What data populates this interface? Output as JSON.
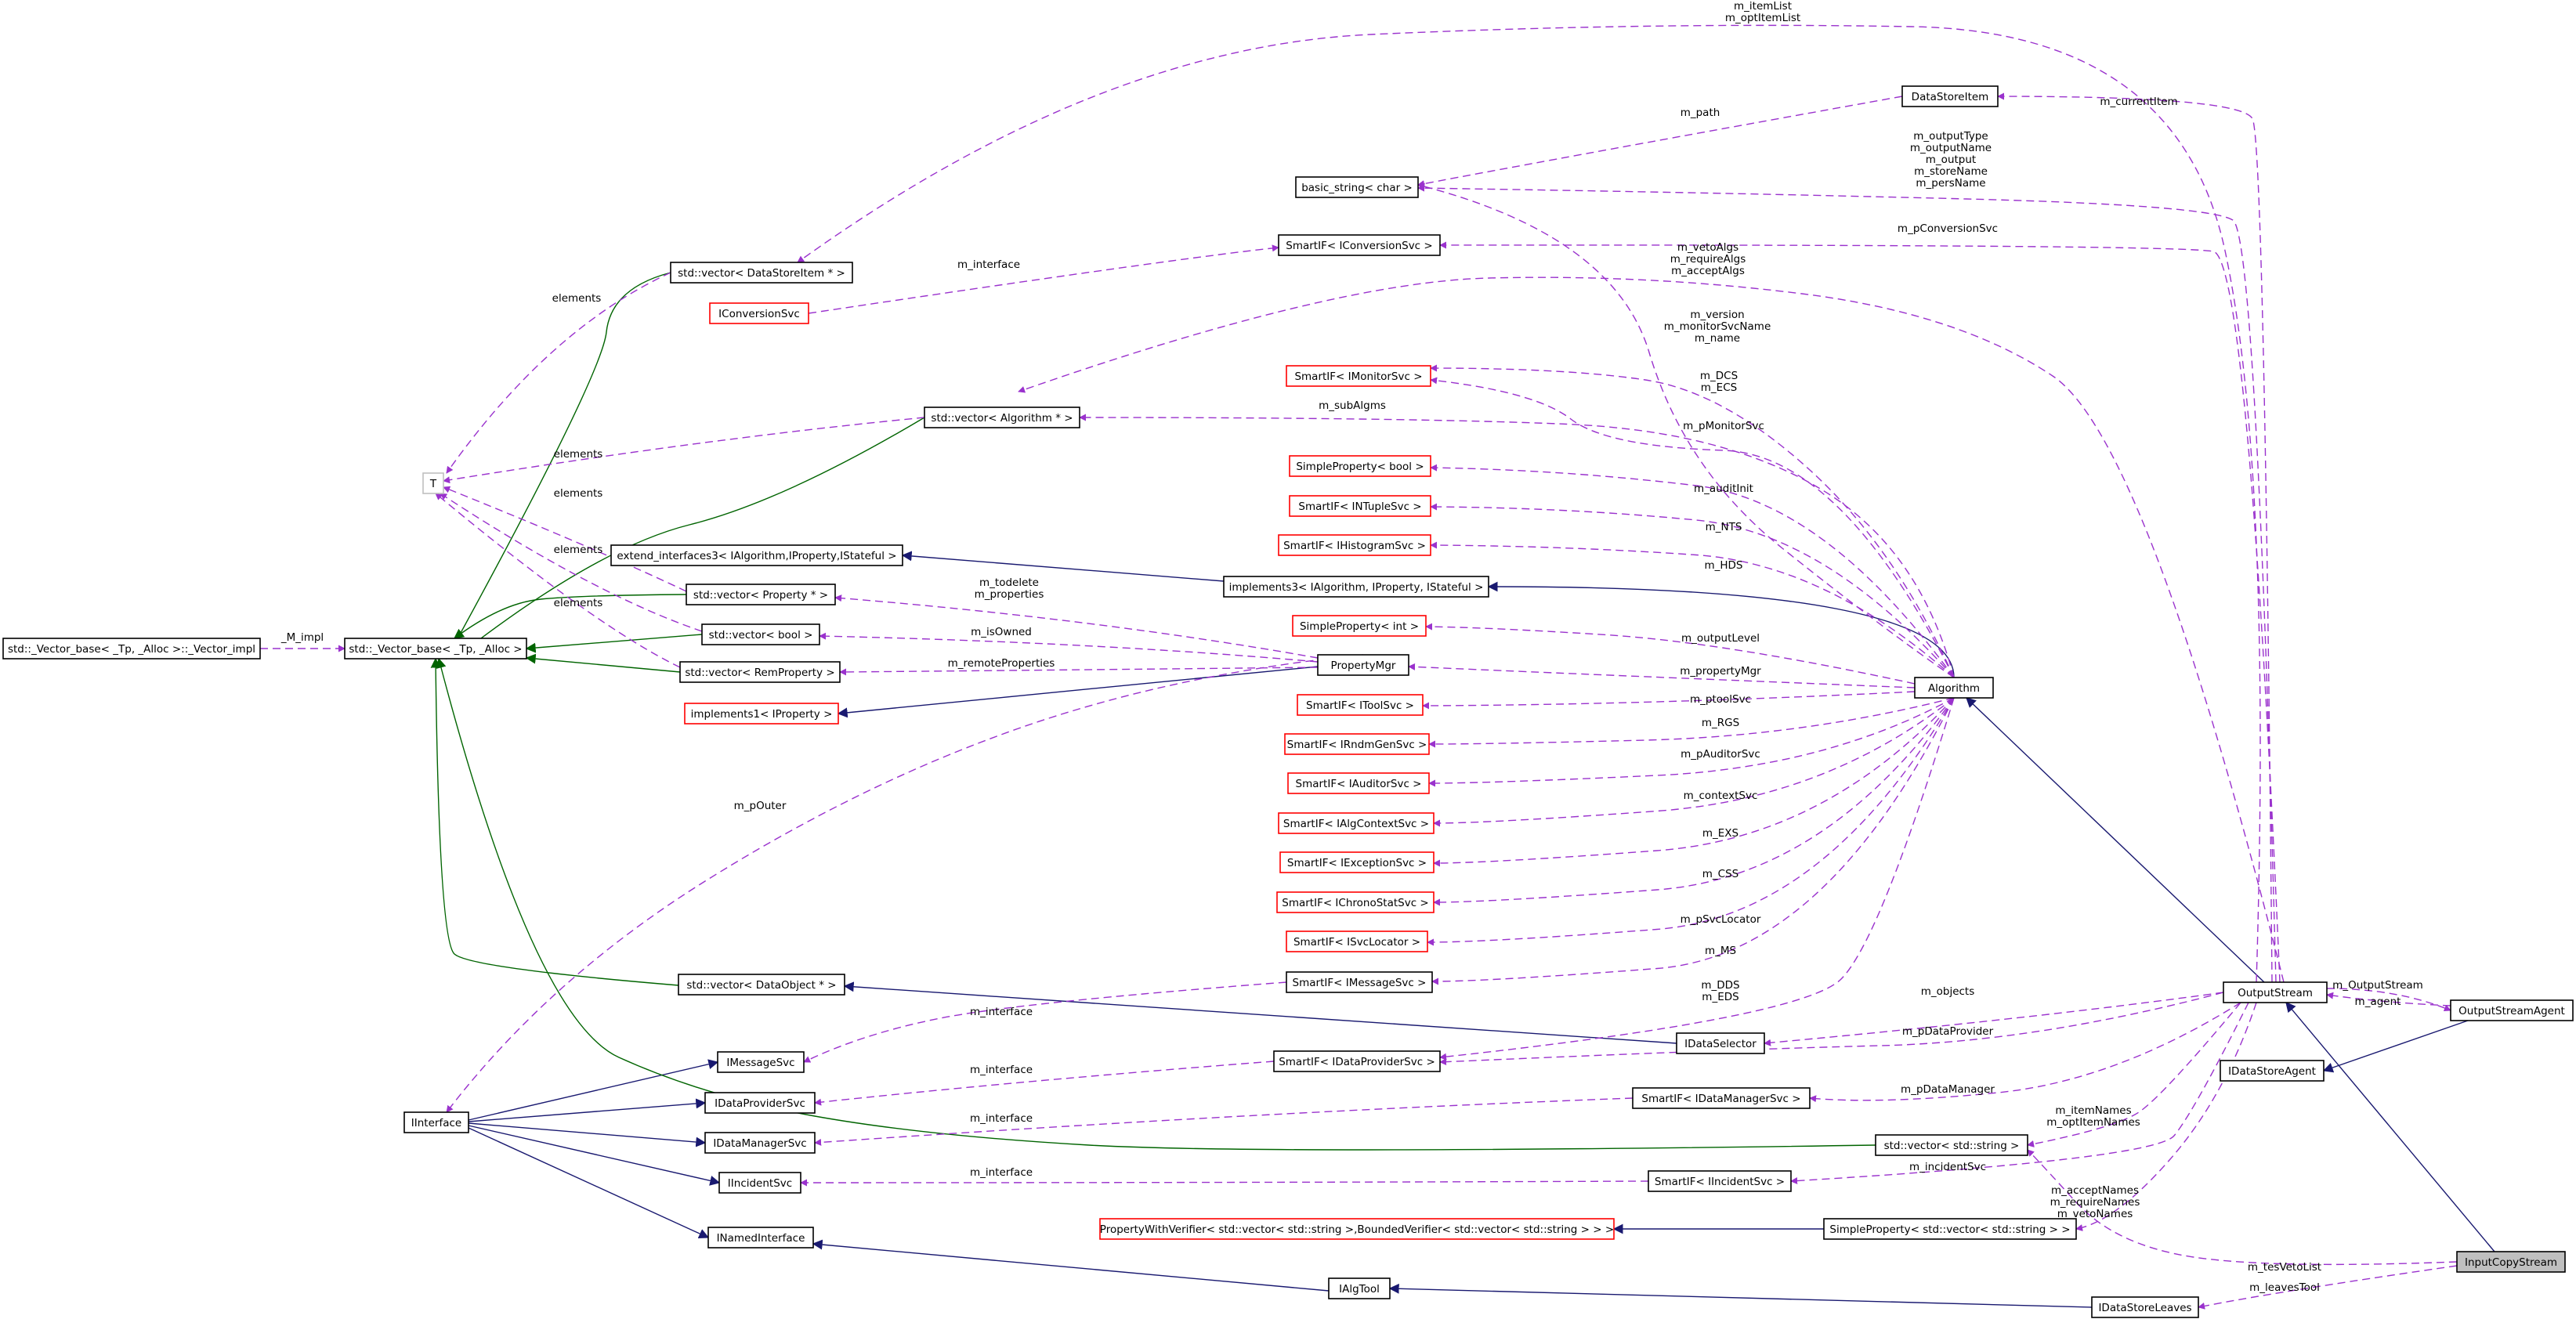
{
  "colors": {
    "node_border": "#000000",
    "node_border_undocumented": "#ff0000",
    "node_border_external": "#bfbfbf",
    "focus_fill": "#bfbfbf",
    "usage_edge": "#9a32cd",
    "public_inheritance_edge": "#191970",
    "template_edge": "#006400"
  },
  "nodes": [
    {
      "id": "InputCopyStream",
      "label": "InputCopyStream",
      "style": "focus"
    },
    {
      "id": "OutputStream",
      "label": "OutputStream",
      "style": "normal"
    },
    {
      "id": "Algorithm",
      "label": "Algorithm",
      "style": "normal"
    },
    {
      "id": "implements3",
      "label": "implements3< IAlgorithm, IProperty, IStateful >",
      "style": "normal"
    },
    {
      "id": "extend_interfaces3",
      "label": "extend_interfaces3< IAlgorithm,IProperty,IStateful >",
      "style": "normal"
    },
    {
      "id": "basic_string",
      "label": "basic_string< char >",
      "style": "normal"
    },
    {
      "id": "DataStoreItem",
      "label": "DataStoreItem",
      "style": "normal"
    },
    {
      "id": "vec_DataStoreItem",
      "label": "std::vector< DataStoreItem * >",
      "style": "normal"
    },
    {
      "id": "IConversionSvc",
      "label": "IConversionSvc",
      "style": "undoc"
    },
    {
      "id": "SmartIF_IConversionSvc",
      "label": "SmartIF< IConversionSvc >",
      "style": "normal"
    },
    {
      "id": "vec_Algorithm",
      "label": "std::vector< Algorithm * >",
      "style": "normal"
    },
    {
      "id": "T",
      "label": "T",
      "style": "external"
    },
    {
      "id": "SmartIF_IMonitorSvc",
      "label": "SmartIF< IMonitorSvc >",
      "style": "undoc"
    },
    {
      "id": "SimpleProperty_bool",
      "label": "SimpleProperty< bool >",
      "style": "undoc"
    },
    {
      "id": "SmartIF_INTupleSvc",
      "label": "SmartIF< INTupleSvc >",
      "style": "undoc"
    },
    {
      "id": "SmartIF_IHistogramSvc",
      "label": "SmartIF< IHistogramSvc >",
      "style": "undoc"
    },
    {
      "id": "vec_Property",
      "label": "std::vector< Property * >",
      "style": "normal"
    },
    {
      "id": "vec_bool",
      "label": "std::vector< bool >",
      "style": "normal"
    },
    {
      "id": "vec_RemProperty",
      "label": "std::vector< RemProperty >",
      "style": "normal"
    },
    {
      "id": "Vector_impl",
      "label": "std::_Vector_base< _Tp, _Alloc >::_Vector_impl",
      "style": "normal"
    },
    {
      "id": "Vector_base",
      "label": "std::_Vector_base< _Tp, _Alloc >",
      "style": "normal"
    },
    {
      "id": "implements1",
      "label": "implements1< IProperty >",
      "style": "undoc"
    },
    {
      "id": "PropertyMgr",
      "label": "PropertyMgr",
      "style": "normal"
    },
    {
      "id": "SimpleProperty_int",
      "label": "SimpleProperty< int >",
      "style": "undoc"
    },
    {
      "id": "SmartIF_IToolSvc",
      "label": "SmartIF< IToolSvc >",
      "style": "undoc"
    },
    {
      "id": "SmartIF_IRndmGenSvc",
      "label": "SmartIF< IRndmGenSvc >",
      "style": "undoc"
    },
    {
      "id": "SmartIF_IAuditorSvc",
      "label": "SmartIF< IAuditorSvc >",
      "style": "undoc"
    },
    {
      "id": "SmartIF_IAlgContextSvc",
      "label": "SmartIF< IAlgContextSvc >",
      "style": "undoc"
    },
    {
      "id": "SmartIF_IExceptionSvc",
      "label": "SmartIF< IExceptionSvc >",
      "style": "undoc"
    },
    {
      "id": "SmartIF_IChronoStatSvc",
      "label": "SmartIF< IChronoStatSvc >",
      "style": "undoc"
    },
    {
      "id": "SmartIF_ISvcLocator",
      "label": "SmartIF< ISvcLocator >",
      "style": "undoc"
    },
    {
      "id": "SmartIF_IMessageSvc",
      "label": "SmartIF< IMessageSvc >",
      "style": "normal"
    },
    {
      "id": "vec_DataObject",
      "label": "std::vector< DataObject * >",
      "style": "normal"
    },
    {
      "id": "IDataSelector",
      "label": "IDataSelector",
      "style": "normal"
    },
    {
      "id": "SmartIF_IDataProviderSvc",
      "label": "SmartIF< IDataProviderSvc >",
      "style": "normal"
    },
    {
      "id": "SmartIF_IDataManagerSvc",
      "label": "SmartIF< IDataManagerSvc >",
      "style": "normal"
    },
    {
      "id": "vec_string",
      "label": "std::vector< std::string >",
      "style": "normal"
    },
    {
      "id": "SmartIF_IIncidentSvc",
      "label": "SmartIF< IIncidentSvc >",
      "style": "normal"
    },
    {
      "id": "PropertyWithVerifier",
      "label": "PropertyWithVerifier< std::vector< std::string >,BoundedVerifier< std::vector< std::string > > >",
      "style": "undoc"
    },
    {
      "id": "SimpleProperty_vecstring",
      "label": "SimpleProperty< std::vector< std::string > >",
      "style": "normal"
    },
    {
      "id": "IMessageSvc",
      "label": "IMessageSvc",
      "style": "normal"
    },
    {
      "id": "IDataProviderSvc",
      "label": "IDataProviderSvc",
      "style": "normal"
    },
    {
      "id": "IDataManagerSvc",
      "label": "IDataManagerSvc",
      "style": "normal"
    },
    {
      "id": "IIncidentSvc",
      "label": "IIncidentSvc",
      "style": "normal"
    },
    {
      "id": "INamedInterface",
      "label": "INamedInterface",
      "style": "normal"
    },
    {
      "id": "IInterface",
      "label": "IInterface",
      "style": "normal"
    },
    {
      "id": "IAlgTool",
      "label": "IAlgTool",
      "style": "normal"
    },
    {
      "id": "IDataStoreLeaves",
      "label": "IDataStoreLeaves",
      "style": "normal"
    },
    {
      "id": "IDataStoreAgent",
      "label": "IDataStoreAgent",
      "style": "normal"
    },
    {
      "id": "OutputStreamAgent",
      "label": "OutputStreamAgent",
      "style": "normal"
    }
  ],
  "edges": [
    {
      "from": "OutputStream",
      "to": "InputCopyStream",
      "kind": "inherit",
      "labels": []
    },
    {
      "from": "Algorithm",
      "to": "OutputStream",
      "kind": "inherit",
      "labels": []
    },
    {
      "from": "implements3",
      "to": "Algorithm",
      "kind": "inherit",
      "labels": []
    },
    {
      "from": "extend_interfaces3",
      "to": "implements3",
      "kind": "inherit",
      "labels": []
    },
    {
      "from": "implements1",
      "to": "PropertyMgr",
      "kind": "inherit",
      "labels": []
    },
    {
      "from": "IDataStoreAgent",
      "to": "OutputStreamAgent",
      "kind": "inherit",
      "labels": []
    },
    {
      "from": "vec_DataObject",
      "to": "IDataSelector",
      "kind": "inherit",
      "labels": []
    },
    {
      "from": "PropertyWithVerifier",
      "to": "SimpleProperty_vecstring",
      "kind": "inherit",
      "labels": []
    },
    {
      "from": "INamedInterface",
      "to": "IAlgTool",
      "kind": "inherit",
      "labels": []
    },
    {
      "from": "IAlgTool",
      "to": "IDataStoreLeaves",
      "kind": "inherit",
      "labels": []
    },
    {
      "from": "IInterface",
      "to": "IMessageSvc",
      "kind": "inherit",
      "labels": []
    },
    {
      "from": "IInterface",
      "to": "IDataProviderSvc",
      "kind": "inherit",
      "labels": []
    },
    {
      "from": "IInterface",
      "to": "IDataManagerSvc",
      "kind": "inherit",
      "labels": []
    },
    {
      "from": "IInterface",
      "to": "IIncidentSvc",
      "kind": "inherit",
      "labels": []
    },
    {
      "from": "IInterface",
      "to": "INamedInterface",
      "kind": "inherit",
      "labels": []
    },
    {
      "from": "Vector_base",
      "to": "vec_DataStoreItem",
      "kind": "template",
      "labels": []
    },
    {
      "from": "Vector_base",
      "to": "vec_Algorithm",
      "kind": "template",
      "labels": []
    },
    {
      "from": "Vector_base",
      "to": "vec_Property",
      "kind": "template",
      "labels": []
    },
    {
      "from": "Vector_base",
      "to": "vec_bool",
      "kind": "template",
      "labels": []
    },
    {
      "from": "Vector_base",
      "to": "vec_RemProperty",
      "kind": "template",
      "labels": []
    },
    {
      "from": "Vector_base",
      "to": "vec_DataObject",
      "kind": "template",
      "labels": []
    },
    {
      "from": "Vector_base",
      "to": "vec_string",
      "kind": "template",
      "labels": []
    },
    {
      "from": "vec_DataStoreItem",
      "to": "OutputStream",
      "kind": "usage",
      "labels": [
        "m_itemList",
        "m_optItemList"
      ]
    },
    {
      "from": "DataStoreItem",
      "to": "OutputStream",
      "kind": "usage",
      "labels": [
        "m_currentItem"
      ]
    },
    {
      "from": "basic_string",
      "to": "DataStoreItem",
      "kind": "usage",
      "labels": [
        "m_path"
      ]
    },
    {
      "from": "basic_string",
      "to": "OutputStream",
      "kind": "usage",
      "labels": [
        "m_outputType",
        "m_outputName",
        "m_output",
        "m_storeName",
        "m_persName"
      ]
    },
    {
      "from": "SmartIF_IConversionSvc",
      "to": "OutputStream",
      "kind": "usage",
      "labels": [
        "m_pConversionSvc"
      ]
    },
    {
      "from": "IConversionSvc",
      "to": "SmartIF_IConversionSvc",
      "kind": "usage",
      "labels": [
        "m_interface"
      ]
    },
    {
      "from": "vec_Algorithm",
      "to": "OutputStream",
      "kind": "usage",
      "labels": [
        "m_vetoAlgs",
        "m_requireAlgs",
        "m_acceptAlgs"
      ]
    },
    {
      "from": "basic_string",
      "to": "Algorithm",
      "kind": "usage",
      "labels": [
        "m_version",
        "m_monitorSvcName",
        "m_name"
      ]
    },
    {
      "from": "SmartIF_IMonitorSvc",
      "to": "Algorithm",
      "kind": "usage",
      "labels": [
        "m_DCS",
        "m_ECS"
      ]
    },
    {
      "from": "vec_Algorithm",
      "to": "Algorithm",
      "kind": "usage",
      "labels": [
        "m_subAlgms"
      ]
    },
    {
      "from": "SmartIF_IMonitorSvc",
      "to": "Algorithm",
      "kind": "usage",
      "labels": [
        "m_pMonitorSvc"
      ]
    },
    {
      "from": "SimpleProperty_bool",
      "to": "Algorithm",
      "kind": "usage",
      "labels": [
        "m_auditInit"
      ]
    },
    {
      "from": "SmartIF_INTupleSvc",
      "to": "Algorithm",
      "kind": "usage",
      "labels": [
        "m_NTS"
      ]
    },
    {
      "from": "SmartIF_IHistogramSvc",
      "to": "Algorithm",
      "kind": "usage",
      "labels": [
        "m_HDS"
      ]
    },
    {
      "from": "SimpleProperty_int",
      "to": "Algorithm",
      "kind": "usage",
      "labels": [
        "m_outputLevel"
      ]
    },
    {
      "from": "PropertyMgr",
      "to": "Algorithm",
      "kind": "usage",
      "labels": [
        "m_propertyMgr"
      ]
    },
    {
      "from": "SmartIF_IToolSvc",
      "to": "Algorithm",
      "kind": "usage",
      "labels": [
        "m_ptoolSvc"
      ]
    },
    {
      "from": "SmartIF_IRndmGenSvc",
      "to": "Algorithm",
      "kind": "usage",
      "labels": [
        "m_RGS"
      ]
    },
    {
      "from": "SmartIF_IAuditorSvc",
      "to": "Algorithm",
      "kind": "usage",
      "labels": [
        "m_pAuditorSvc"
      ]
    },
    {
      "from": "SmartIF_IAlgContextSvc",
      "to": "Algorithm",
      "kind": "usage",
      "labels": [
        "m_contextSvc"
      ]
    },
    {
      "from": "SmartIF_IExceptionSvc",
      "to": "Algorithm",
      "kind": "usage",
      "labels": [
        "m_EXS"
      ]
    },
    {
      "from": "SmartIF_IChronoStatSvc",
      "to": "Algorithm",
      "kind": "usage",
      "labels": [
        "m_CSS"
      ]
    },
    {
      "from": "SmartIF_ISvcLocator",
      "to": "Algorithm",
      "kind": "usage",
      "labels": [
        "m_pSvcLocator"
      ]
    },
    {
      "from": "SmartIF_IMessageSvc",
      "to": "Algorithm",
      "kind": "usage",
      "labels": [
        "m_MS"
      ]
    },
    {
      "from": "SmartIF_IDataProviderSvc",
      "to": "Algorithm",
      "kind": "usage",
      "labels": [
        "m_DDS",
        "m_EDS"
      ]
    },
    {
      "from": "T",
      "to": "vec_DataStoreItem",
      "kind": "usage",
      "labels": [
        "elements"
      ]
    },
    {
      "from": "T",
      "to": "vec_Algorithm",
      "kind": "usage",
      "labels": [
        "elements"
      ]
    },
    {
      "from": "T",
      "to": "vec_Property",
      "kind": "usage",
      "labels": [
        "elements"
      ]
    },
    {
      "from": "T",
      "to": "vec_bool",
      "kind": "usage",
      "labels": [
        "elements"
      ]
    },
    {
      "from": "T",
      "to": "vec_RemProperty",
      "kind": "usage",
      "labels": [
        "elements"
      ]
    },
    {
      "from": "Vector_impl",
      "to": "Vector_base",
      "kind": "usage",
      "labels": [
        "_M_impl"
      ]
    },
    {
      "from": "vec_Property",
      "to": "PropertyMgr",
      "kind": "usage",
      "labels": [
        "m_todelete",
        "m_properties"
      ]
    },
    {
      "from": "vec_bool",
      "to": "PropertyMgr",
      "kind": "usage",
      "labels": [
        "m_isOwned"
      ]
    },
    {
      "from": "vec_RemProperty",
      "to": "PropertyMgr",
      "kind": "usage",
      "labels": [
        "m_remoteProperties"
      ]
    },
    {
      "from": "IInterface",
      "to": "PropertyMgr",
      "kind": "usage",
      "labels": [
        "m_pOuter"
      ]
    },
    {
      "from": "IMessageSvc",
      "to": "SmartIF_IMessageSvc",
      "kind": "usage",
      "labels": [
        "m_interface"
      ]
    },
    {
      "from": "IDataProviderSvc",
      "to": "SmartIF_IDataProviderSvc",
      "kind": "usage",
      "labels": [
        "m_interface"
      ]
    },
    {
      "from": "IDataManagerSvc",
      "to": "SmartIF_IDataManagerSvc",
      "kind": "usage",
      "labels": [
        "m_interface"
      ]
    },
    {
      "from": "IIncidentSvc",
      "to": "SmartIF_IIncidentSvc",
      "kind": "usage",
      "labels": [
        "m_interface"
      ]
    },
    {
      "from": "IDataSelector",
      "to": "OutputStream",
      "kind": "usage",
      "labels": [
        "m_objects"
      ]
    },
    {
      "from": "SmartIF_IDataProviderSvc",
      "to": "OutputStream",
      "kind": "usage",
      "labels": [
        "m_pDataProvider"
      ]
    },
    {
      "from": "SmartIF_IDataManagerSvc",
      "to": "OutputStream",
      "kind": "usage",
      "labels": [
        "m_pDataManager"
      ]
    },
    {
      "from": "vec_string",
      "to": "OutputStream",
      "kind": "usage",
      "labels": [
        "m_itemNames",
        "m_optItemNames"
      ]
    },
    {
      "from": "SmartIF_IIncidentSvc",
      "to": "OutputStream",
      "kind": "usage",
      "labels": [
        "m_incidentSvc"
      ]
    },
    {
      "from": "SimpleProperty_vecstring",
      "to": "OutputStream",
      "kind": "usage",
      "labels": [
        "m_acceptNames",
        "m_requireNames",
        "m_vetoNames"
      ]
    },
    {
      "from": "OutputStream",
      "to": "OutputStreamAgent",
      "kind": "usage",
      "labels": [
        "m_OutputStream"
      ]
    },
    {
      "from": "OutputStreamAgent",
      "to": "OutputStream",
      "kind": "usage",
      "labels": [
        "m_agent"
      ]
    },
    {
      "from": "vec_string",
      "to": "InputCopyStream",
      "kind": "usage",
      "labels": [
        "m_tesVetoList"
      ]
    },
    {
      "from": "IDataStoreLeaves",
      "to": "InputCopyStream",
      "kind": "usage",
      "labels": [
        "m_leavesTool"
      ]
    }
  ]
}
